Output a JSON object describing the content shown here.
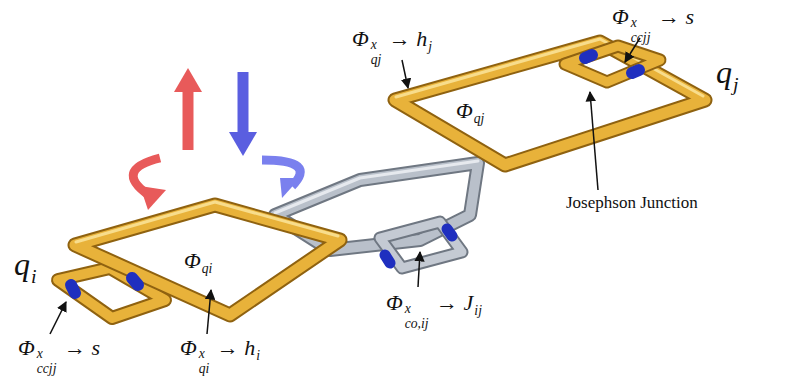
{
  "diagram": {
    "labels": [
      "q",
      "i",
      "q",
      "j",
      "Φ",
      "x",
      "qj",
      "→ h",
      "j",
      "Φ",
      "x",
      "ccjj",
      "→ s",
      "Φ",
      "qj",
      "Josephson Junction",
      "Φ",
      "qi",
      "Φ",
      "x",
      "ccjj",
      "→ s",
      "Φ",
      "x",
      "qi",
      "→ h",
      "i",
      "Φ",
      "x",
      "co,ij",
      "→ J",
      "ij"
    ]
  }
}
